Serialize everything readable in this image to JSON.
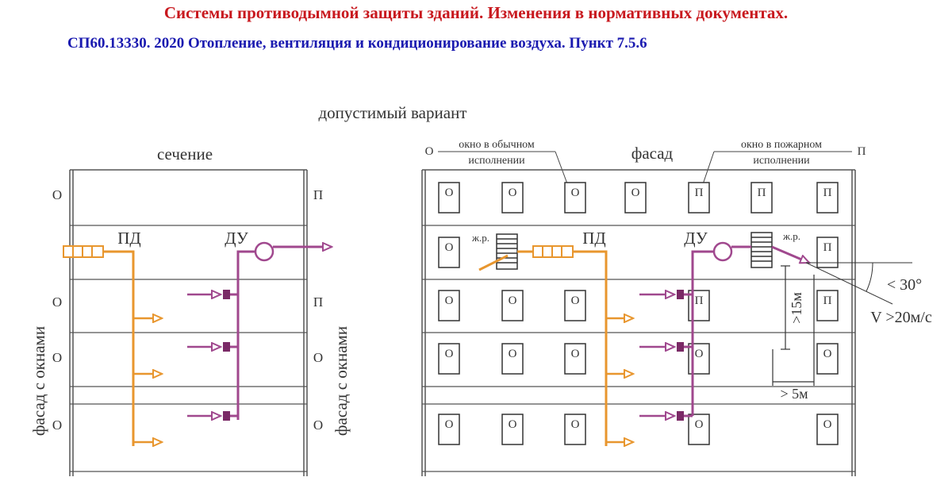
{
  "header": {
    "title": "Системы противодымной защиты зданий. Изменения в нормативных документах.",
    "subtitle": "СП60.13330. 2020 Отопление, вентиляция и кондиционирование воздуха. Пункт 7.5.6"
  },
  "colors": {
    "title": "#c8181e",
    "subtitle": "#1a1ab0",
    "pd": "#e8962e",
    "du": "#a0488e",
    "line": "#333333"
  },
  "diagram": {
    "caption": "допустимый вариант",
    "section": {
      "title": "сечение",
      "side_label": "фасад с окнами",
      "pd_label": "ПД",
      "du_label": "ДУ",
      "left_marks": [
        "О",
        "О",
        "О",
        "О"
      ],
      "right_marks": [
        "П",
        "П",
        "О",
        "О"
      ]
    },
    "facade": {
      "title": "фасад",
      "legend_ordinary_letter": "О",
      "legend_ordinary_line1": "окно в обычном",
      "legend_ordinary_line2": "исполнении",
      "legend_fire_letter": "П",
      "legend_fire_line1": "окно в пожарном",
      "legend_fire_line2": "исполнении",
      "pd_label": "ПД",
      "du_label": "ДУ",
      "grille_label_left": "ж.р.",
      "grille_label_right": "ж.р.",
      "angle_label": "< 30°",
      "velocity_label": "V >20м/с",
      "vertical_dim_label": ">15м",
      "horizontal_dim_label": "> 5м",
      "rows": [
        [
          "О",
          "О",
          "О",
          "О",
          "П",
          "П",
          "П"
        ],
        [
          "О",
          "",
          "",
          "",
          "",
          "",
          "П"
        ],
        [
          "О",
          "О",
          "О",
          "",
          "П",
          "",
          "П"
        ],
        [
          "О",
          "О",
          "О",
          "",
          "О",
          "",
          "О"
        ],
        [
          "О",
          "О",
          "О",
          "",
          "О",
          "",
          "О"
        ]
      ]
    }
  }
}
